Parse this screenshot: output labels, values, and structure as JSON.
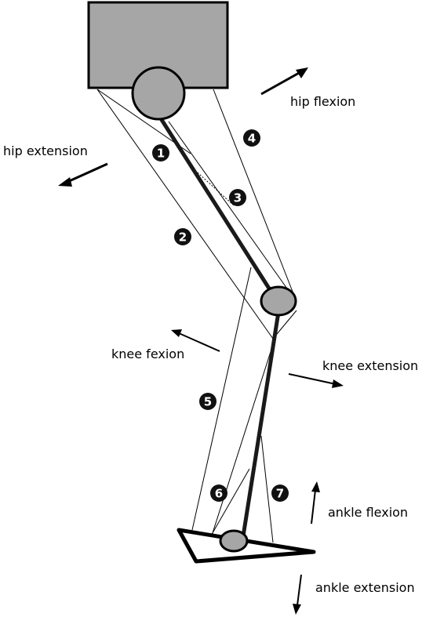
{
  "colors": {
    "segment": "#1a1a1a",
    "joint_fill": "#a6a6a6",
    "pelvis_fill": "#a6a6a6",
    "marker_fill": "#111111",
    "marker_text": "#ffffff",
    "line": "#000000"
  },
  "labels": {
    "hip_flexion": "hip flexion",
    "hip_extension": "hip extension",
    "knee_flexion": "knee fexion",
    "knee_extension": "knee extension",
    "ankle_flexion": "ankle flexion",
    "ankle_extension": "ankle extension"
  },
  "muscles": [
    {
      "number": "1"
    },
    {
      "number": "2"
    },
    {
      "number": "3"
    },
    {
      "number": "4"
    },
    {
      "number": "5"
    },
    {
      "number": "6"
    },
    {
      "number": "7"
    }
  ]
}
